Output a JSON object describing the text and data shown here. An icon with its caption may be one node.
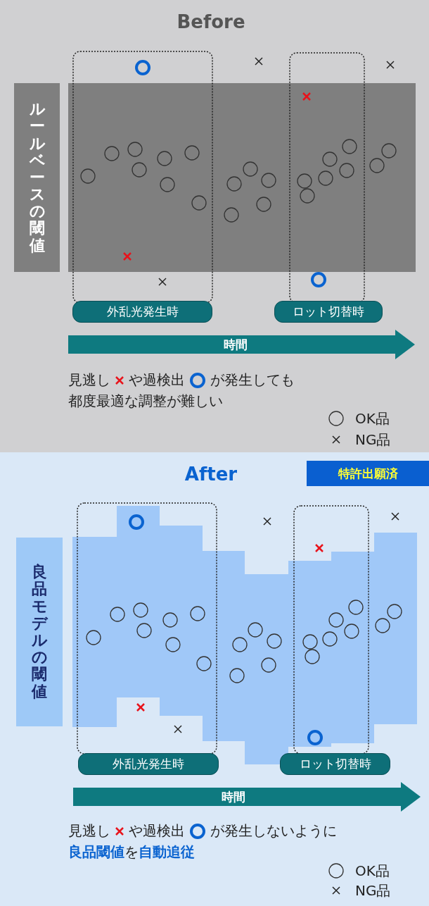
{
  "diagram": {
    "nodes": [
      {
        "text": [
          "ルールベースの閾値"
        ]
      },
      {
        "text": [
          "外乱光発生時"
        ]
      },
      {
        "text": [
          "ロット切替時"
        ]
      },
      {
        "text": [
          "特許出願済"
        ]
      },
      {
        "text": [
          "良品モデルの閾値"
        ]
      },
      {
        "text": [
          "外乱光発生時"
        ]
      },
      {
        "text": [
          "ロット切替時"
        ]
      }
    ],
    "labels": [
      "Before",
      "時間",
      "見逃し",
      "や過検出",
      "が発生しても",
      "都度最適な調整が難しい",
      "After",
      "時間",
      "見逃し",
      "や過検出",
      "が発生しないように",
      "**良品閾値**を**自動追従**"
    ],
    "legend": [
      {
        "text": "OK品"
      },
      {
        "text": "NG品"
      },
      {
        "text": "OK品"
      },
      {
        "text": "NG品"
      }
    ]
  }
}
